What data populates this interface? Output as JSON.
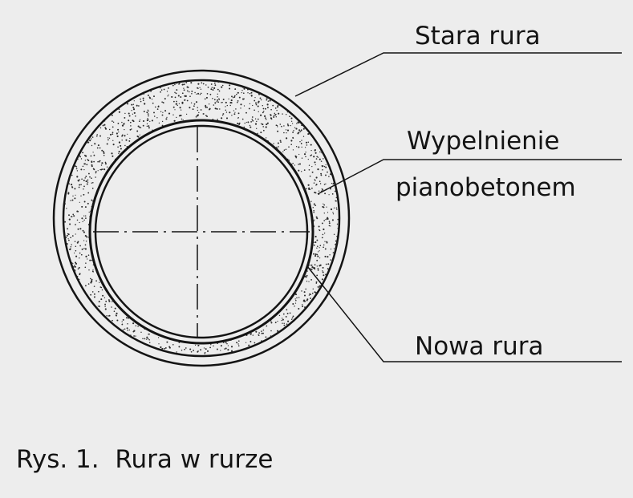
{
  "diagram": {
    "labels": {
      "old_pipe": "Stara rura",
      "filling_line1": "Wypelnienie",
      "filling_line2": "pianobetonem",
      "new_pipe": "Nowa rura"
    },
    "caption": "Rys. 1.  Rura w rurze",
    "colors": {
      "background": "#ededed",
      "ink": "#141414"
    }
  }
}
